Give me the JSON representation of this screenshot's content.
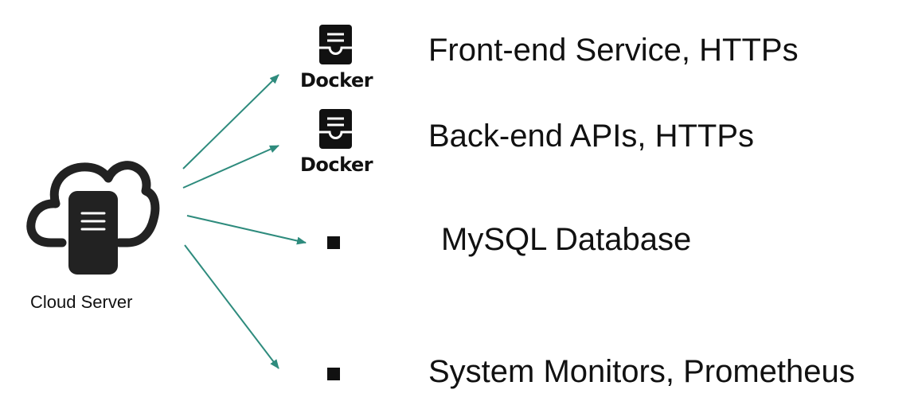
{
  "cloud": {
    "label": "Cloud Server",
    "icon": "cloud-server-icon"
  },
  "services": [
    {
      "label": "Front-end Service, HTTPs",
      "marker": "docker-icon",
      "marker_text": "Docker"
    },
    {
      "label": "Back-end APIs, HTTPs",
      "marker": "docker-icon",
      "marker_text": "Docker"
    },
    {
      "label": "MySQL Database",
      "marker": "square-bullet"
    },
    {
      "label": "System Monitors, Prometheus",
      "marker": "square-bullet"
    }
  ],
  "colors": {
    "arrow": "#2e8b7d",
    "icon": "#222222",
    "text": "#111111"
  }
}
